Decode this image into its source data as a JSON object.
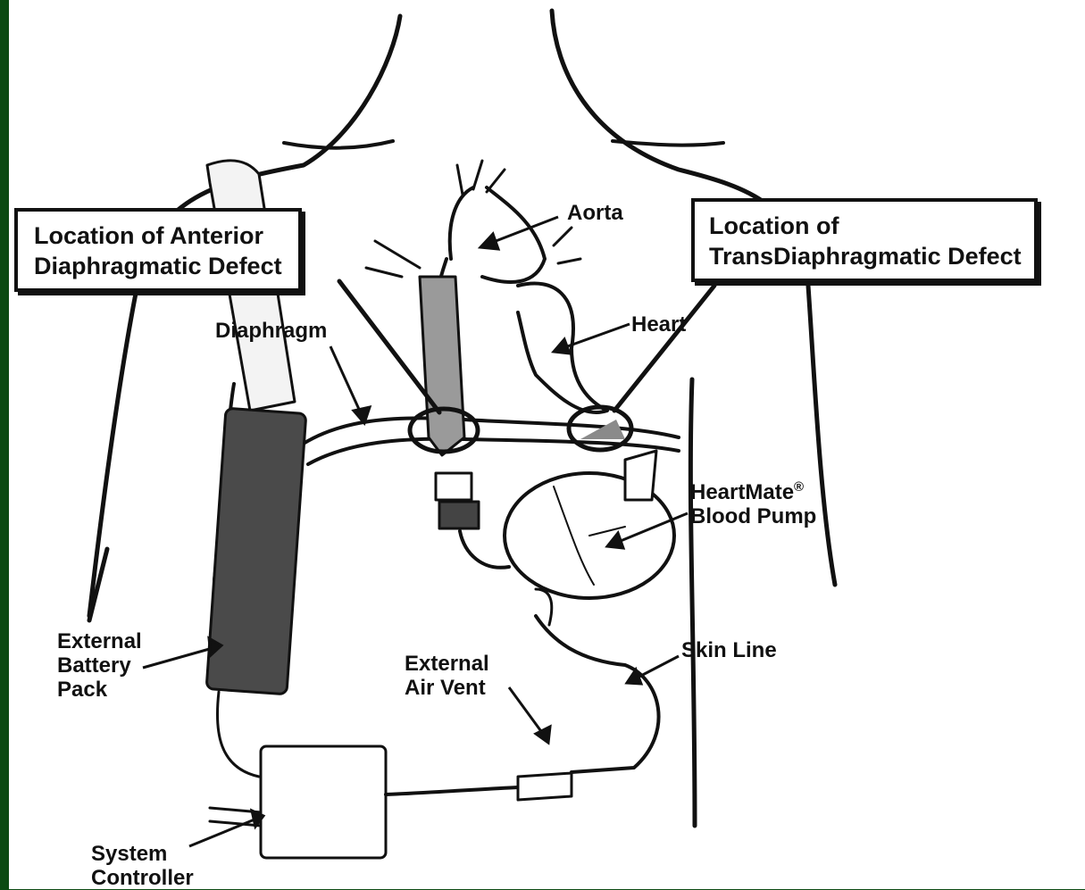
{
  "diagram": {
    "callout_left": {
      "line1": "Location of Anterior",
      "line2": "Diaphragmatic Defect"
    },
    "callout_right": {
      "line1": "Location of",
      "line2": "TransDiaphragmatic Defect"
    },
    "labels": {
      "aorta": "Aorta",
      "heart": "Heart",
      "diaphragm": "Diaphragm",
      "pump_line1": "HeartMate",
      "pump_trademark": "®",
      "pump_line2": "Blood Pump",
      "battery_line1": "External",
      "battery_line2": "Battery",
      "battery_line3": "Pack",
      "vent_line1": "External",
      "vent_line2": "Air Vent",
      "skin_line": "Skin Line",
      "controller_line1": "System",
      "controller_line2": "Controller"
    },
    "colors": {
      "frame": "#0b4a12",
      "ink": "#111111",
      "battery": "#4a4a4a",
      "graft": "#8a8a8a"
    }
  }
}
